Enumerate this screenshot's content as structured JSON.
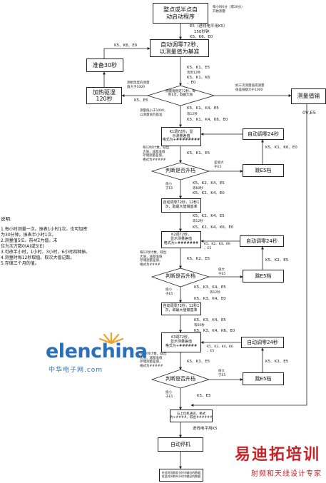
{
  "nodes": {
    "start": "整点或半点自\n动启动程序",
    "start_note": "每小时6分（或30分）\n开始测量",
    "auto_zero_72": "自动调零72秒,\n以测量值为基准",
    "prepare_30": "准备30秒",
    "heat_cool": "加热驱湿\n120秒",
    "measure_output": "测量值输",
    "k1_zero": "K1调72秒，显\n示测量差值\n格式为+########",
    "auto_zero_24_a": "自动调零24秒",
    "jump_e5_a": "跳E5档",
    "k2_zero": "K2调72秒，\n显示测量差值\n格式为+#######",
    "auto_zero_24_b": "自动调零24秒",
    "jump_e5_b": "跳E5档",
    "k3_zero": "K3调72秒，\n显示测量差值\n格式为+######",
    "auto_zero_24_c": "自动调零24秒",
    "jump_e5_c": "跳E5档",
    "take_value": "与上位机通讯，格式\n为+####，取出######",
    "auto_stop": "自动停机",
    "final_note": "在此时间和0小时内输出的数据\n在此时间和0小时内输出的数据",
    "auto_zero_small_1": "自动调零72秒，12秒1\n次，取最大值做基准",
    "auto_zero_small_2": "自动调零72秒，12秒1\n次，取最大值做基准"
  },
  "decisions": {
    "d1": "测量值稳定72秒，每\n秒1次，取最大值",
    "d2": "判断是否升档",
    "d3": "判断是否升档",
    "d4": "判断是否升档"
  },
  "labels": {
    "l_e5": "E5（进线电平用K5）",
    "l_150": "150秒钟",
    "l_k5k6e0": "K5、K6、E0",
    "l_k5k6e0_left": "K5、K6、E0",
    "l_k5k1e5_a": "K5、K1、E5",
    "l_wait12": "等到12秒",
    "l_k5k1k6e0": "K5、K1、K6\n、E0",
    "l_humid": "测相湿度的测量\n值大于1000",
    "l_k5e5": "K5、E5",
    "l_plus1000": "如三次测量值或测量\n值差值都大于1000",
    "l_lt1000": "测量值小于1000，\n以测量值为基准",
    "l_k5k1k4e5": "K5、K1、K4、E5",
    "l_wait12b": "等12秒",
    "l_k5k1k4k6e0": "K5、K1、K4、K6、E0",
    "l_0ve5": "0V,E5",
    "l_every12": "每12秒计数，取出\n大值，减基准值\n存储测量差值，\n格式为#####",
    "l_k5k1e5_b": "K5、K1、E5",
    "l_diff_gt": "差值大\n于E5",
    "l_k5k1k6e0_b": "K5、K1、K6、E0",
    "l_lt_e5_a": "值小\n于E5",
    "l_k5k2k4e5": "K5、K2、K4、E5",
    "l_wait60": "等60秒",
    "l_k5k2k4e0": "K5、K2、K4、E0",
    "l_k5k2k4e5_b": "K5、K2、K4、E5",
    "l_wait12c": "等12秒",
    "l_k5k2k4k6e0": "K5、K2、K4、K6、E0",
    "l_k5k2k4k6_e5": "K5、K2、K4、K6\n、E5",
    "l_every12b": "每12秒计数，取出\n大值，减基准值\n存储测量差值，\n格式为####",
    "l_k5k2e5": "K5、K2、E5",
    "l_k5k2e5_r": "K5、K2、E5",
    "l_gt_e5_b": "值大\n于E5",
    "l_lt_e5_b": "值小\n于E5",
    "l_k5k3k4e5": "K5、K3、K4、E5",
    "l_wait12d": "等12秒",
    "l_k5k3k4e0": "K5、K3、K4、E0",
    "l_k5k3k4e5_b": "K5、K3、K4、E5",
    "l_wait60b": "等60秒",
    "l_k5k3k4k6e0": "K5、K3、K4、K6、E0",
    "l_k5k3k4k6_e5": "K5、K3、K4、K6\n、E5",
    "l_every12c": "每12秒计数，取出\n大值，减基准值\n存储测量差值，\n格式为#####",
    "l_k5k3e5": "K5、K3、E5",
    "l_k5k3e5_r": "K5、K3、E5",
    "l_gt_e5_c": "值大\n于E5",
    "l_lt_e5_c": "值小\n于E5",
    "l_k5e5_b": "K5、E5",
    "l_enter_k5": "进线电平用K5"
  },
  "notes": {
    "title": "说明:",
    "lines": [
      "1.每小时测量一次。振表1小时1次。也可加密",
      "为30分钟。振表半小时1次。",
      "2.测量值5位。前4位为值，末",
      "位为次方数0(A)或5(E)",
      "3.可改半小时，1小时，3小时，6小时四种振。",
      "4.测量时每12秒取值。取次大值记数。",
      "5.存储三个月的值。"
    ]
  },
  "logos": {
    "elenchina_main": "elenchina",
    "elenchina_sub": "中华电子网.com",
    "edatop_main": "易迪拓培训",
    "edatop_sub": "射频和天线设计专家"
  },
  "colors": {
    "line": "#222222",
    "elenchina_blue": "#2b6fb8",
    "elenchina_orange": "#f2a22a",
    "edatop_red": "#c9232a"
  }
}
